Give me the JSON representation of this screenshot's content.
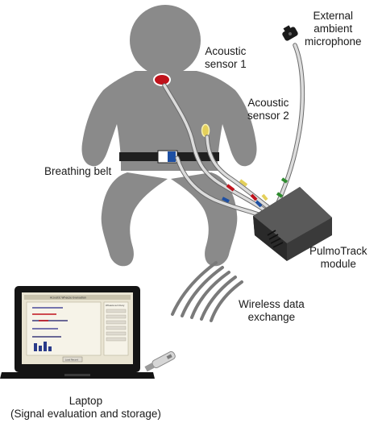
{
  "labels": {
    "microphone": [
      "External",
      "ambient",
      "microphone"
    ],
    "acoustic_sensor_1": [
      "Acoustic",
      "sensor 1"
    ],
    "acoustic_sensor_2": [
      "Acoustic",
      "sensor 2"
    ],
    "breathing_belt": "Breathing belt",
    "module": [
      "PulmoTrack",
      "module"
    ],
    "wireless": [
      "Wireless data",
      "exchange"
    ],
    "laptop": [
      "Laptop",
      "(Signal evaluation and storage)"
    ]
  },
  "screen": {
    "window_title": "Acoustic Wheeze Evaluation",
    "side_panel_title": "Wheeze summary",
    "button_label": "Load Record"
  },
  "colors": {
    "body": "#8a8a8a",
    "belt": "#1f1f1f",
    "sensor_1": "#c0121b",
    "sensor_2": "#e4d05a",
    "module": "#4a4a4a",
    "cable": "#d8d8d8",
    "laptop": "#141414"
  }
}
